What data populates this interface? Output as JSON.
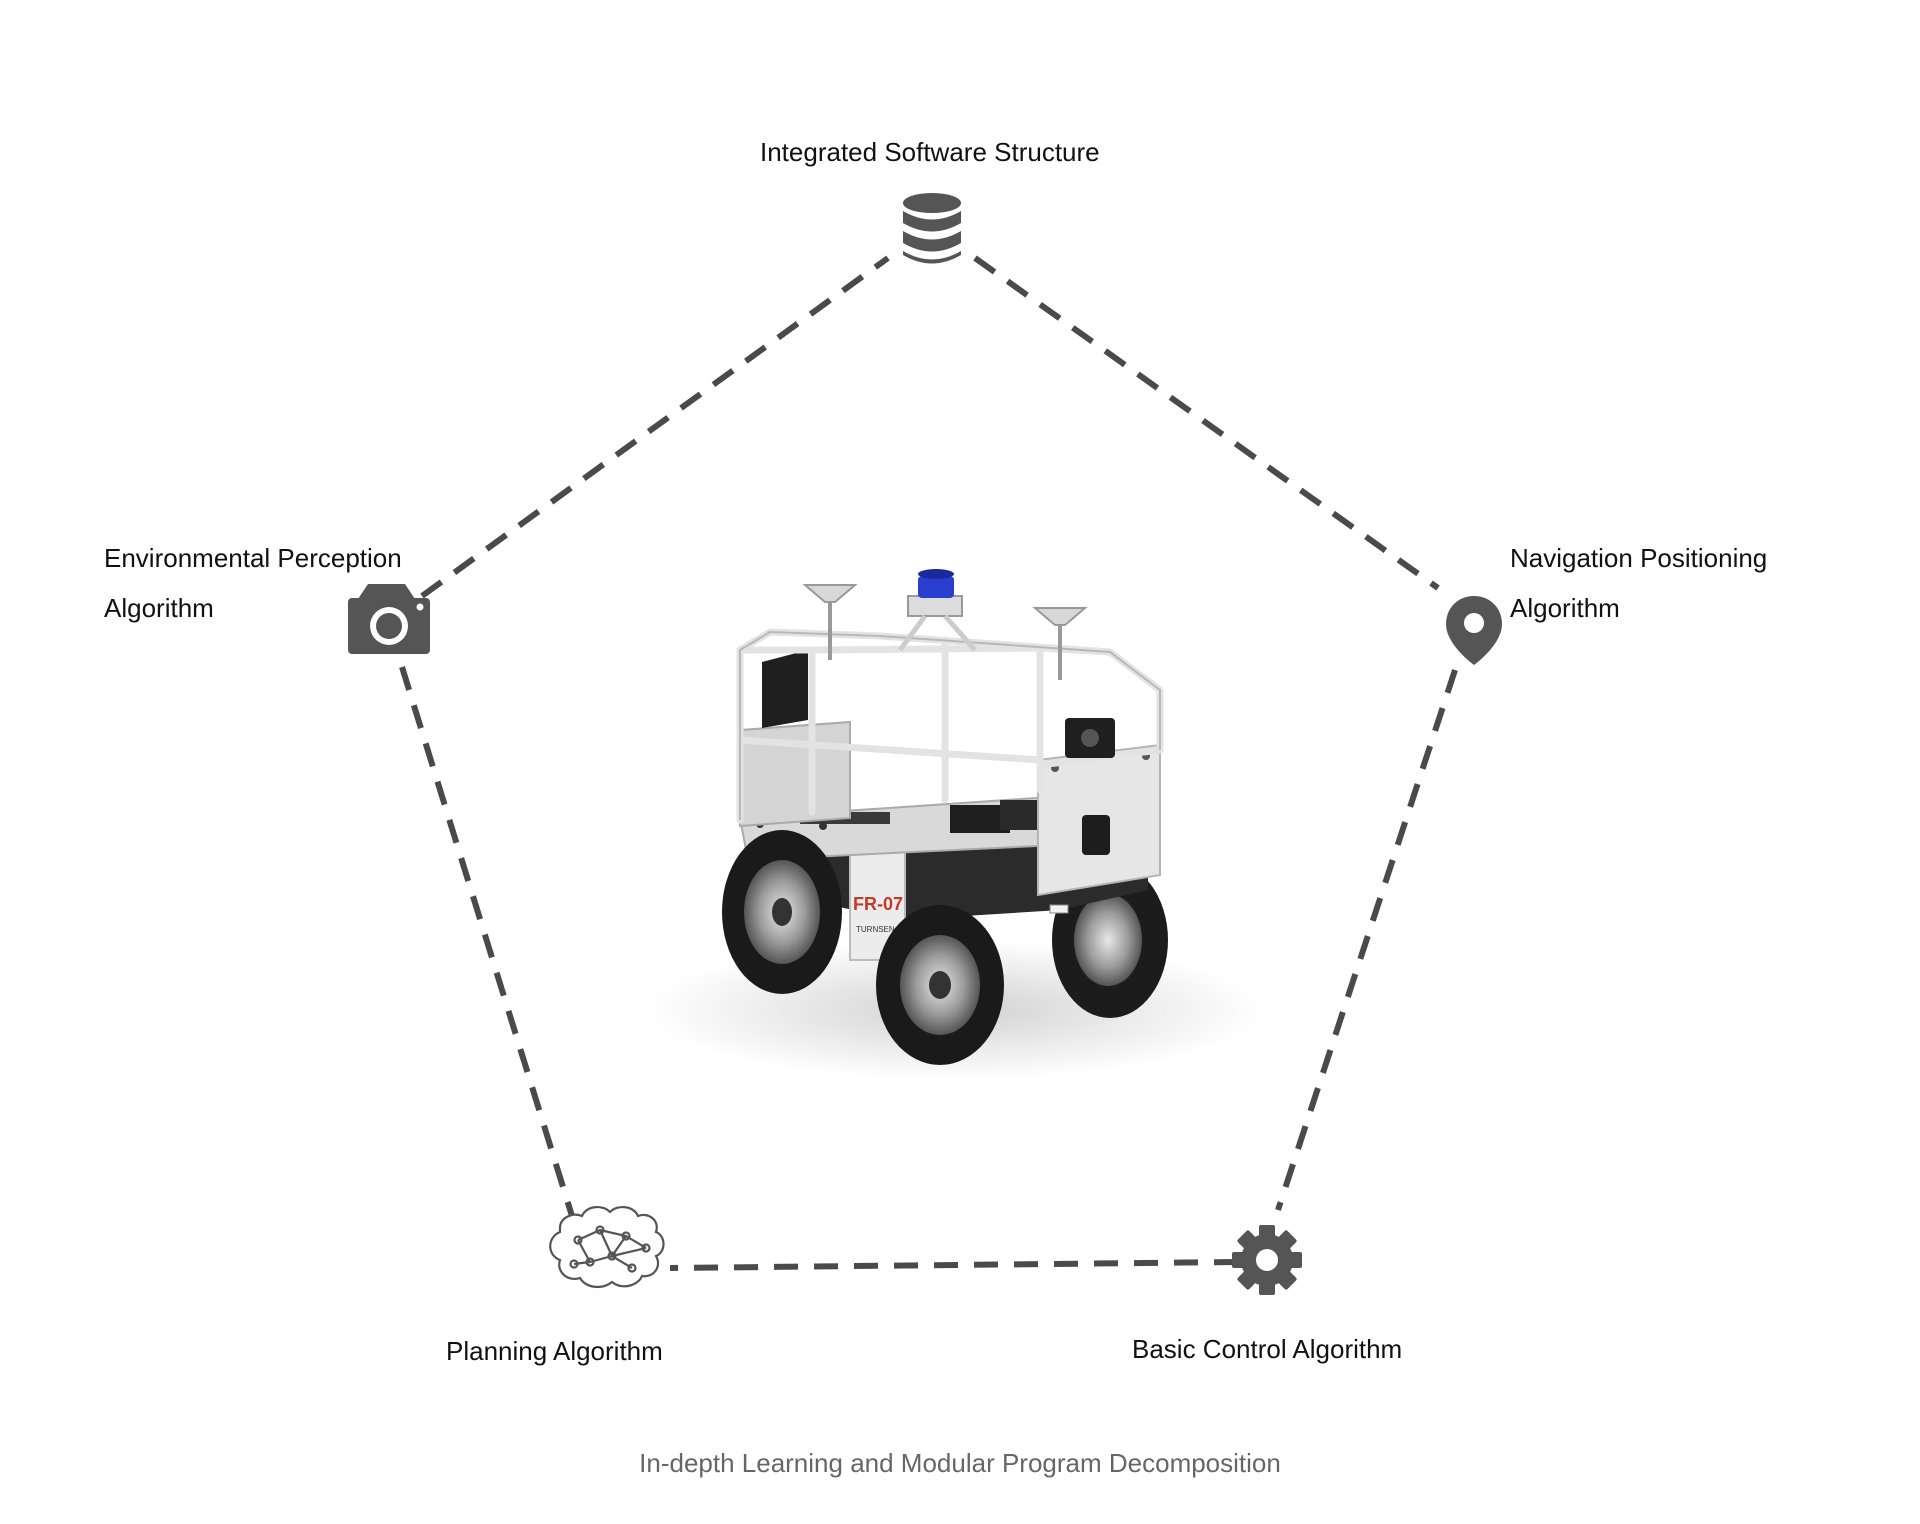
{
  "nodes": {
    "top": {
      "lines": [
        "Integrated Software Structure"
      ],
      "icon": "database-icon"
    },
    "left": {
      "lines": [
        "Environmental Perception",
        "Algorithm"
      ],
      "icon": "camera-icon"
    },
    "right": {
      "lines": [
        "Navigation Positioning",
        "Algorithm"
      ],
      "icon": "location-pin-icon"
    },
    "bottom_left": {
      "lines": [
        "Planning Algorithm"
      ],
      "icon": "brain-network-icon"
    },
    "bottom_right": {
      "lines": [
        "Basic Control Algorithm"
      ],
      "icon": "gear-icon"
    }
  },
  "robot": {
    "badge": "FR-07",
    "brand": "TURNSEN"
  },
  "caption": "In-depth Learning and Modular Program Decomposition",
  "colors": {
    "line": "#4a4a4a",
    "icon": "#555555",
    "text": "#111111",
    "caption": "#666666",
    "lidar": "#2a3fd0",
    "accent": "#c23a2a"
  }
}
